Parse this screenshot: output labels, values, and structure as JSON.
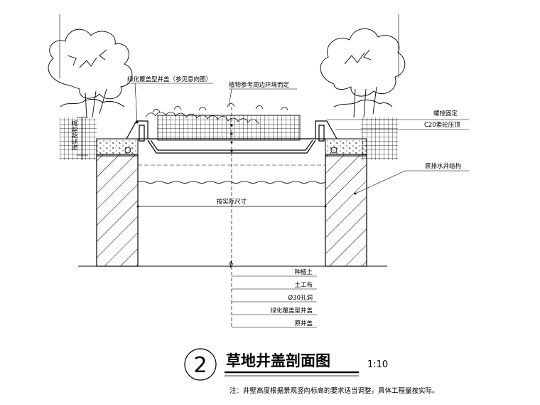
{
  "labels": {
    "top_left": "绿化覆盖型井盖（参见意向图）",
    "top_center": "植物参考周边环境而定",
    "right_bolt": "螺栓固定",
    "right_c20": "C20素砼压顶",
    "right_well": "原排水井结构",
    "center_dim": "按实际尺寸",
    "left_vertical": "按实际标高"
  },
  "layers": [
    "种植土",
    "土工布",
    "Ø30孔洞",
    "绿化覆盖型井盖",
    "原井盖"
  ],
  "title": {
    "number": "2",
    "text": "草地井盖剖面图",
    "scale": "1:10"
  },
  "note": "注：井壁高度根据景观竖向标高的要求适当调整，具体工程量按实际。"
}
